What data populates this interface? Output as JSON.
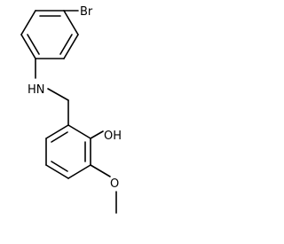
{
  "molecule": {
    "atom_labels": {
      "bromine": "Br",
      "amine": "HN",
      "hydroxyl": "OH",
      "methoxy_oxygen": "O"
    },
    "colors": {
      "bond": "#000000",
      "text": "#000000",
      "background": "#ffffff"
    }
  }
}
